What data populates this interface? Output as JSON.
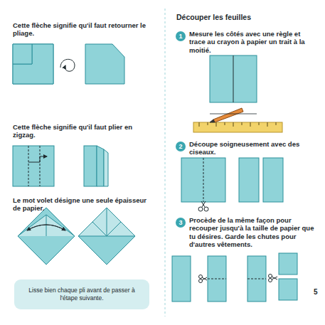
{
  "diagram": {
    "title": "Découper les feuilles",
    "nodes": [
      {
        "text": [
          "Lisse bien chaque pli avant de passer à l'étape suivante."
        ]
      },
      {
        "text": [
          "1"
        ]
      },
      {
        "text": [
          "2"
        ]
      },
      {
        "text": [
          "3"
        ]
      }
    ],
    "labels": [
      "Cette flèche signifie qu'il faut retourner le pliage.",
      "Cette flèche signifie qu'il faut plier en zigzag.",
      "Le mot volet désigne une seule épaisseur de papier.",
      "Mesure les côtés avec une règle et trace au crayon à papier un trait à la moitié.",
      "Découpe soigneusement avec des ciseaux.",
      "Procède de la même façon pour recouper jusqu'à la taille de papier que tu désires. Garde les chutes pour d'autres vêtements.",
      "5"
    ]
  }
}
